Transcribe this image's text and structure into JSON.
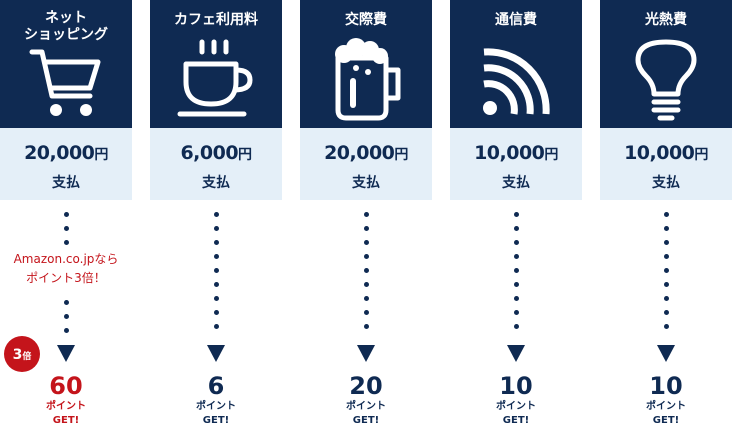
{
  "columns": [
    {
      "title_lines": [
        "ネット",
        "ショッピング"
      ],
      "icon": "shopping-cart-icon",
      "amount": "20,000",
      "currency": "円",
      "pay_label": "支払",
      "note_lines": [
        "Amazon.co.jpなら",
        "ポイント3倍！"
      ],
      "badge_number": "3",
      "badge_unit": "倍",
      "points": "60",
      "points_label": "ポイント",
      "get_label": "GET!"
    },
    {
      "title_lines": [
        "カフェ利用料"
      ],
      "icon": "coffee-cup-icon",
      "amount": "6,000",
      "currency": "円",
      "pay_label": "支払",
      "points": "6",
      "points_label": "ポイント",
      "get_label": "GET!"
    },
    {
      "title_lines": [
        "交際費"
      ],
      "icon": "beer-mug-icon",
      "amount": "20,000",
      "currency": "円",
      "pay_label": "支払",
      "points": "20",
      "points_label": "ポイント",
      "get_label": "GET!"
    },
    {
      "title_lines": [
        "通信費"
      ],
      "icon": "signal-icon",
      "amount": "10,000",
      "currency": "円",
      "pay_label": "支払",
      "points": "10",
      "points_label": "ポイント",
      "get_label": "GET!"
    },
    {
      "title_lines": [
        "光熱費"
      ],
      "icon": "light-bulb-icon",
      "amount": "10,000",
      "currency": "円",
      "pay_label": "支払",
      "points": "10",
      "points_label": "ポイント",
      "get_label": "GET!"
    }
  ],
  "colors": {
    "navy": "#0f2a52",
    "light_blue": "#e4eff8",
    "red": "#c4141b"
  }
}
